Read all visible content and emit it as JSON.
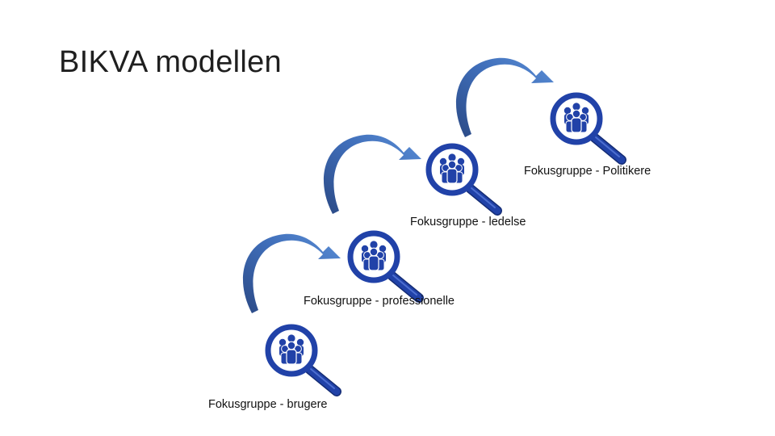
{
  "slide": {
    "title": "BIKVA modellen"
  },
  "colors": {
    "icon_blue": "#2142a8",
    "arrow_dark": "#2b4a86",
    "arrow_light": "#5a8ed6"
  },
  "diagram": {
    "steps": [
      {
        "label": "Fokusgruppe - brugere",
        "icon": "focus-group-magnifier-icon"
      },
      {
        "label": "Fokusgruppe - professionelle",
        "icon": "focus-group-magnifier-icon"
      },
      {
        "label": "Fokusgruppe - ledelse",
        "icon": "focus-group-magnifier-icon"
      },
      {
        "label": "Fokusgruppe - Politikere",
        "icon": "focus-group-magnifier-icon"
      }
    ],
    "arrows": [
      {
        "icon": "curved-arrow-icon"
      },
      {
        "icon": "curved-arrow-icon"
      },
      {
        "icon": "curved-arrow-icon"
      }
    ]
  }
}
